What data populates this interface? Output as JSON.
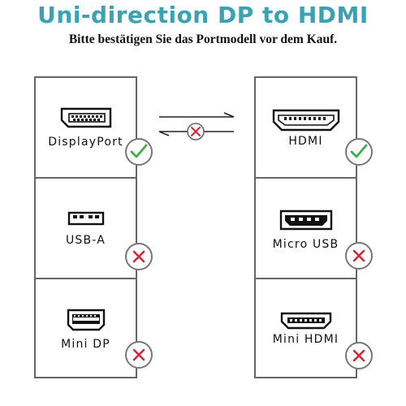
{
  "title": "Uni-direction DP to HDMI",
  "subtitle": "Bitte bestätigen Sie das Portmodell vor dem Kauf.",
  "colors": {
    "title": "#3aa3b3",
    "check": "#3fae4a",
    "cross": "#d6263a",
    "border": "#666666"
  },
  "left_ports": [
    {
      "label": "DisplayPort",
      "icon": "displayport-icon",
      "status": "compatible"
    },
    {
      "label": "USB-A",
      "icon": "usb-a-icon",
      "status": "incompatible"
    },
    {
      "label": "Mini DP",
      "icon": "mini-dp-icon",
      "status": "incompatible"
    }
  ],
  "right_ports": [
    {
      "label": "HDMI",
      "icon": "hdmi-icon",
      "status": "compatible"
    },
    {
      "label": "Micro USB",
      "icon": "micro-usb-icon",
      "status": "incompatible"
    },
    {
      "label": "Mini HDMI",
      "icon": "mini-hdmi-icon",
      "status": "incompatible"
    }
  ],
  "direction": {
    "forward": "allowed",
    "reverse": "blocked"
  }
}
